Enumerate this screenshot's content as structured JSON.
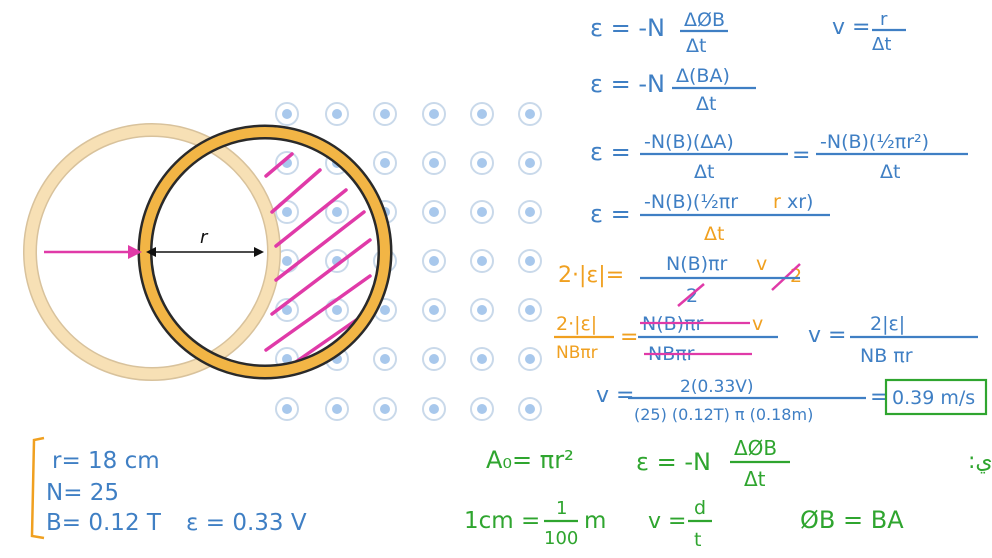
{
  "diagram": {
    "radius_label": "r"
  },
  "given": {
    "r": "r= 18 cm",
    "n": "N= 25",
    "b": "B= 0.12 T",
    "emf": "ε = 0.33 V"
  },
  "formulas": {
    "area": "A₀= πr²",
    "faraday_lhs": "ε = -N",
    "faraday_num": "ΔØB",
    "faraday_den": "Δt",
    "faraday_law_label": "قانون فاراداي:",
    "cm_lhs": "1cm =",
    "cm_num": "1",
    "cm_den": "100",
    "cm_unit": "m",
    "v_lhs": "v =",
    "v_num": "d",
    "v_den": "t",
    "flux": "ØB = BA"
  },
  "derivation": {
    "l1_lhs": "ε = -N",
    "l1_num": "ΔØB",
    "l1_den": "Δt",
    "l1b_lhs": "v =",
    "l1b_num": "r",
    "l1b_den": "Δt",
    "l2_lhs": "ε = -N",
    "l2_num": "Δ(BA)",
    "l2_den": "Δt",
    "l3_lhs": "ε =",
    "l3_num": "-N(B)(ΔA)",
    "l3_den": "Δt",
    "l3_eq": "=",
    "l3_num2": "-N(B)(½πr²)",
    "l3_den2": "Δt",
    "l4_lhs": "ε =",
    "l4_num": "-N(B)(½πr",
    "l4_num_r": "r",
    "l4_num_tail": "xr)",
    "l4_den": "Δt",
    "l5_lhs": "2·|ε|=",
    "l5_num": "N(B)πr",
    "l5_v": "v",
    "l5_two": "2",
    "l5_den": "2",
    "l6_num": "2·|ε|",
    "l6_den": "NBπr",
    "l6_eq": "=",
    "l6_num2": "N(B)πr",
    "l6_v": "v",
    "l6_den2": "NBπr",
    "l6b_lhs": "v =",
    "l6b_num": "2|ε|",
    "l6b_den": "NB πr",
    "l7_lhs": "v =",
    "l7_num": "2(0.33V)",
    "l7_den": "(25) (0.12T) π (0.18m)",
    "l7_eq": "=",
    "answer": "0.39 m/s"
  },
  "colors": {
    "blue": "#3f7fc4",
    "orange": "#f0a020",
    "green": "#2fa52f",
    "pink": "#e03aa8",
    "ring_fill": "#f2b545",
    "ring_faded": "#f7e0b5",
    "field_dot": "#a8c8ec"
  }
}
